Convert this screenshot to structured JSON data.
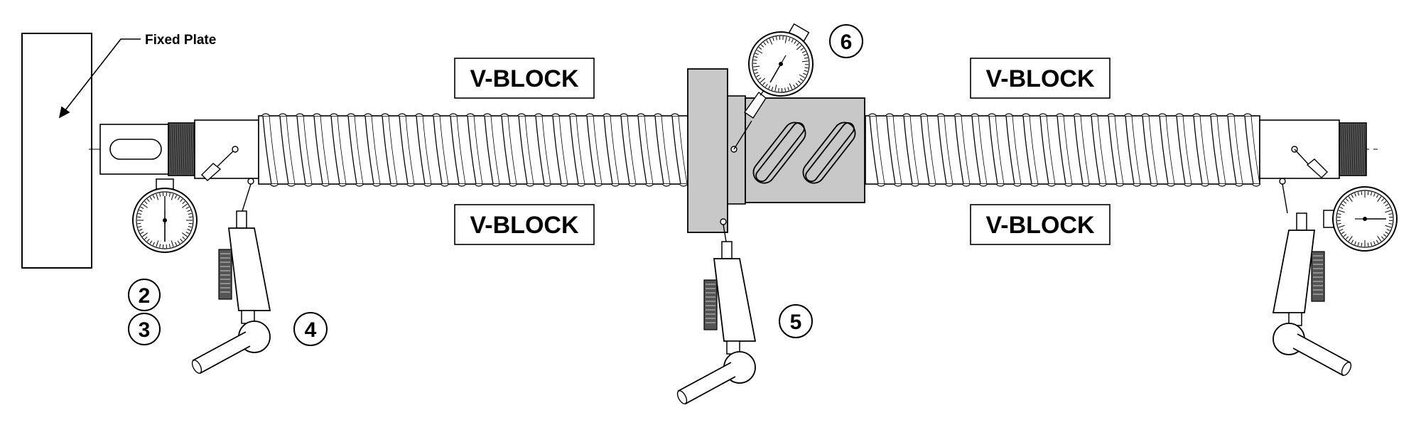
{
  "labels": {
    "fixed_plate": "Fixed Plate",
    "vblock_top_left": "V-BLOCK",
    "vblock_bottom_left": "V-BLOCK",
    "vblock_top_right": "V-BLOCK",
    "vblock_bottom_right": "V-BLOCK"
  },
  "callouts": {
    "c2": "2",
    "c3": "3",
    "c4": "4",
    "c5": "5",
    "c6": "6"
  },
  "colors": {
    "line": "#000000",
    "nut_fill": "#c8c8c8",
    "background": "#ffffff"
  },
  "icons": [
    "dial-indicator-icon",
    "magnetic-base-arm-icon"
  ]
}
